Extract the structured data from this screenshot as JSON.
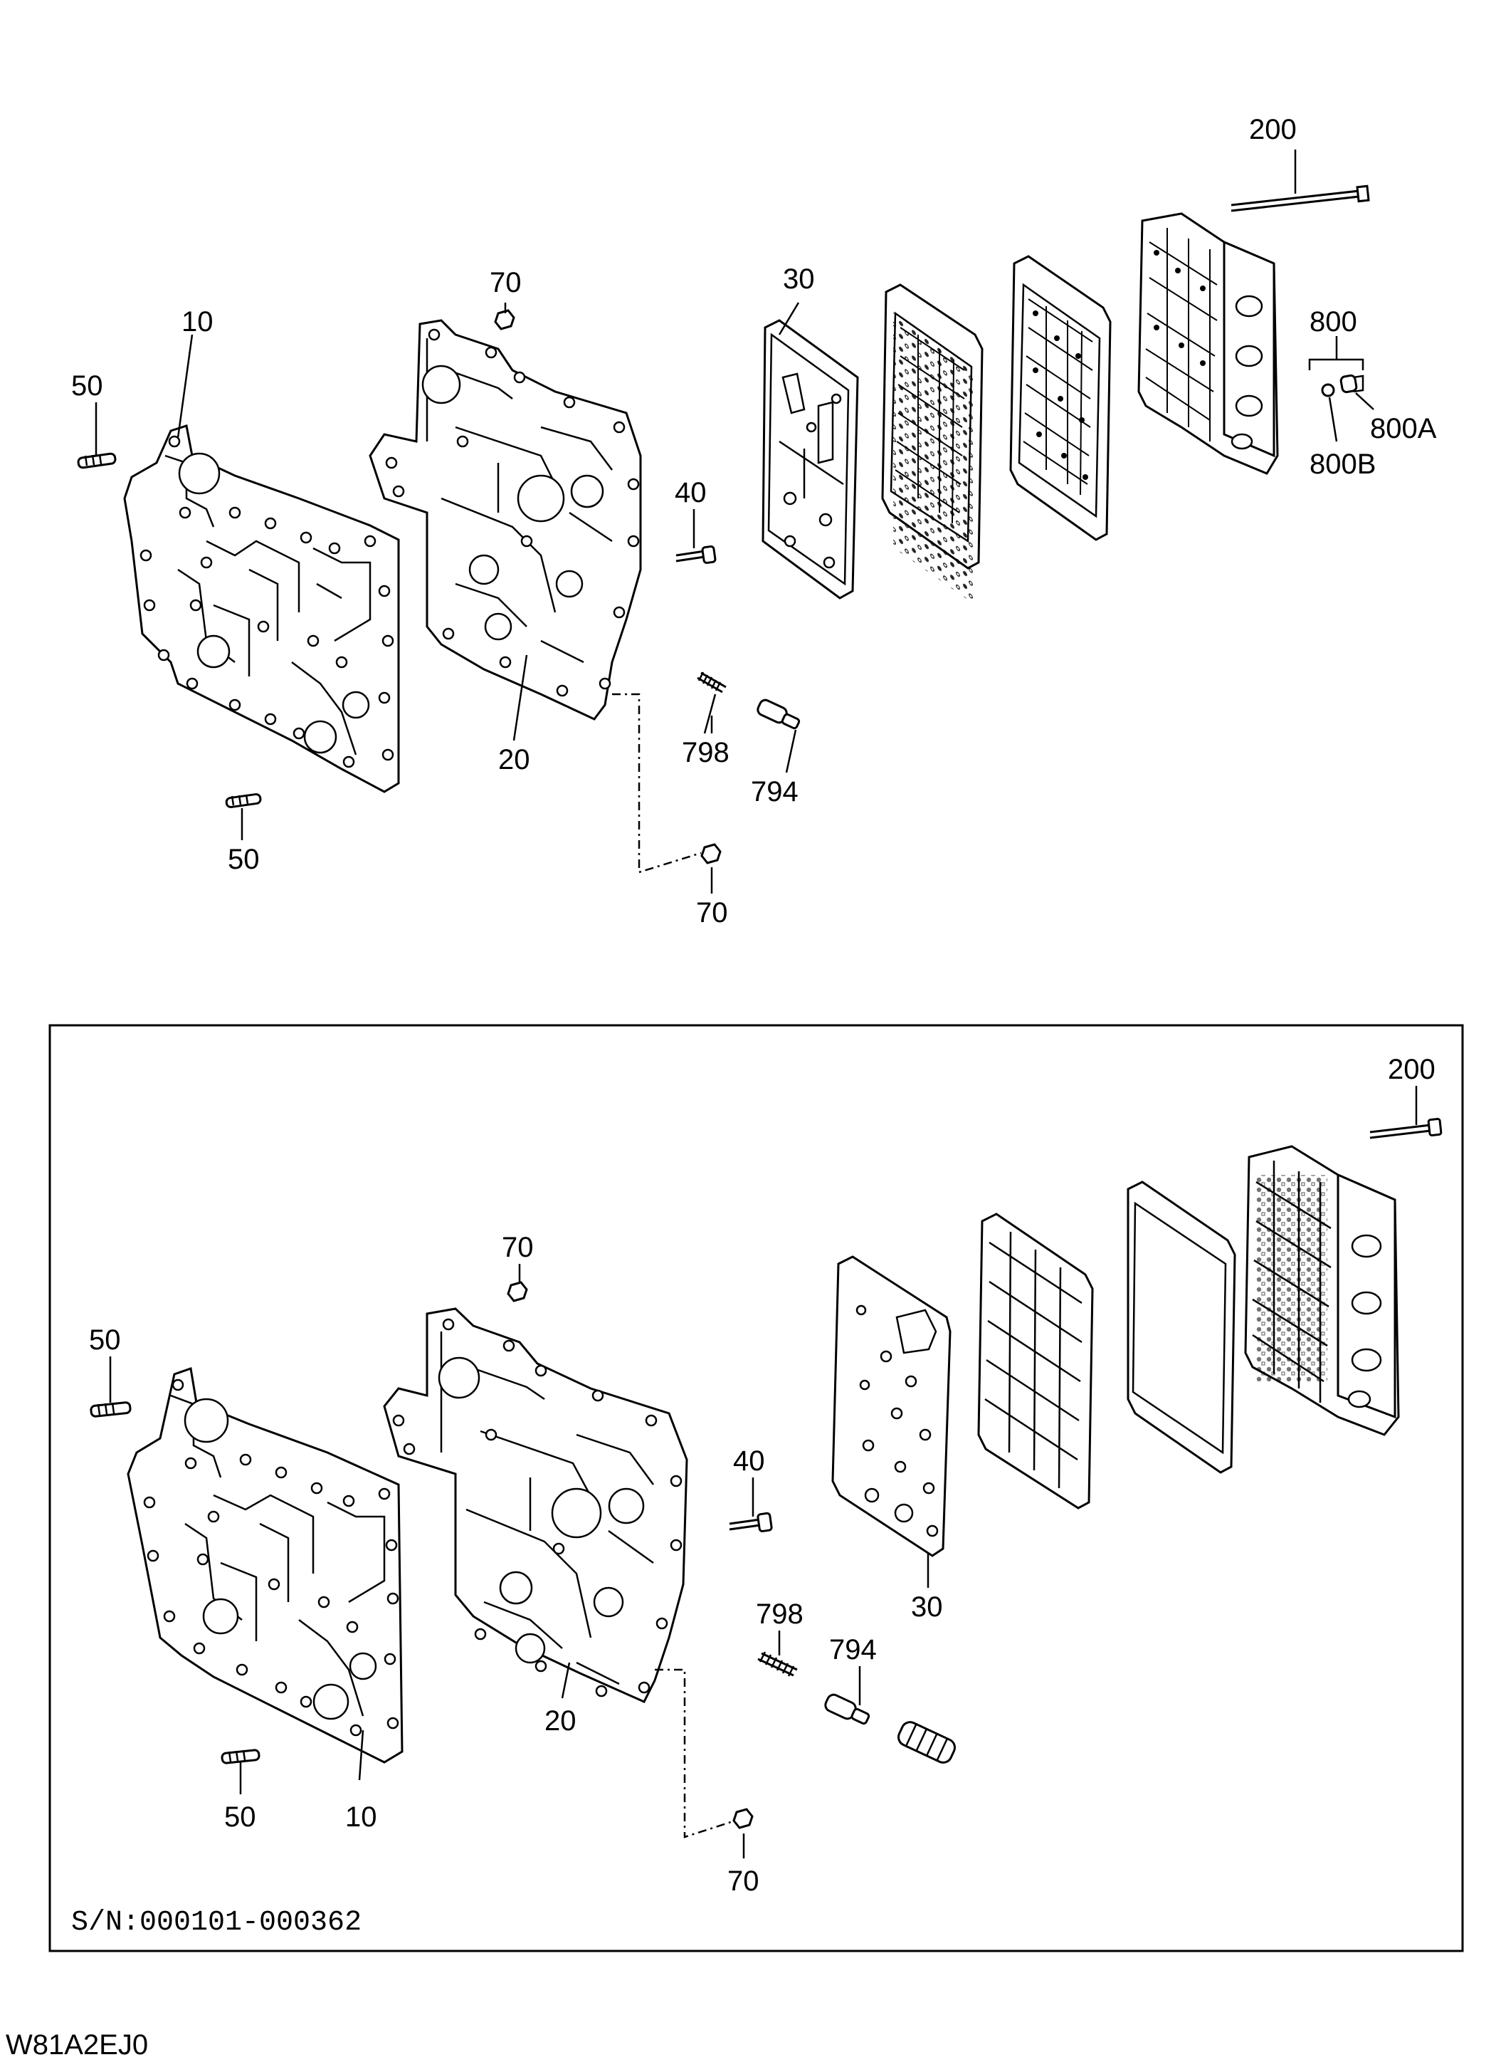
{
  "drawing_code": "W81A2EJ0",
  "serial_range": "S/N:000101-000362",
  "top_view": {
    "callouts": {
      "c10": "10",
      "c20": "20",
      "c30": "30",
      "c40": "40",
      "c50a": "50",
      "c50b": "50",
      "c70a": "70",
      "c70b": "70",
      "c200": "200",
      "c794": "794",
      "c798": "798",
      "c800": "800",
      "c800a": "800A",
      "c800b": "800B"
    }
  },
  "bottom_view": {
    "callouts": {
      "c10": "10",
      "c20": "20",
      "c30": "30",
      "c40": "40",
      "c50a": "50",
      "c50b": "50",
      "c70a": "70",
      "c70b": "70",
      "c200": "200",
      "c794": "794",
      "c798": "798"
    }
  }
}
